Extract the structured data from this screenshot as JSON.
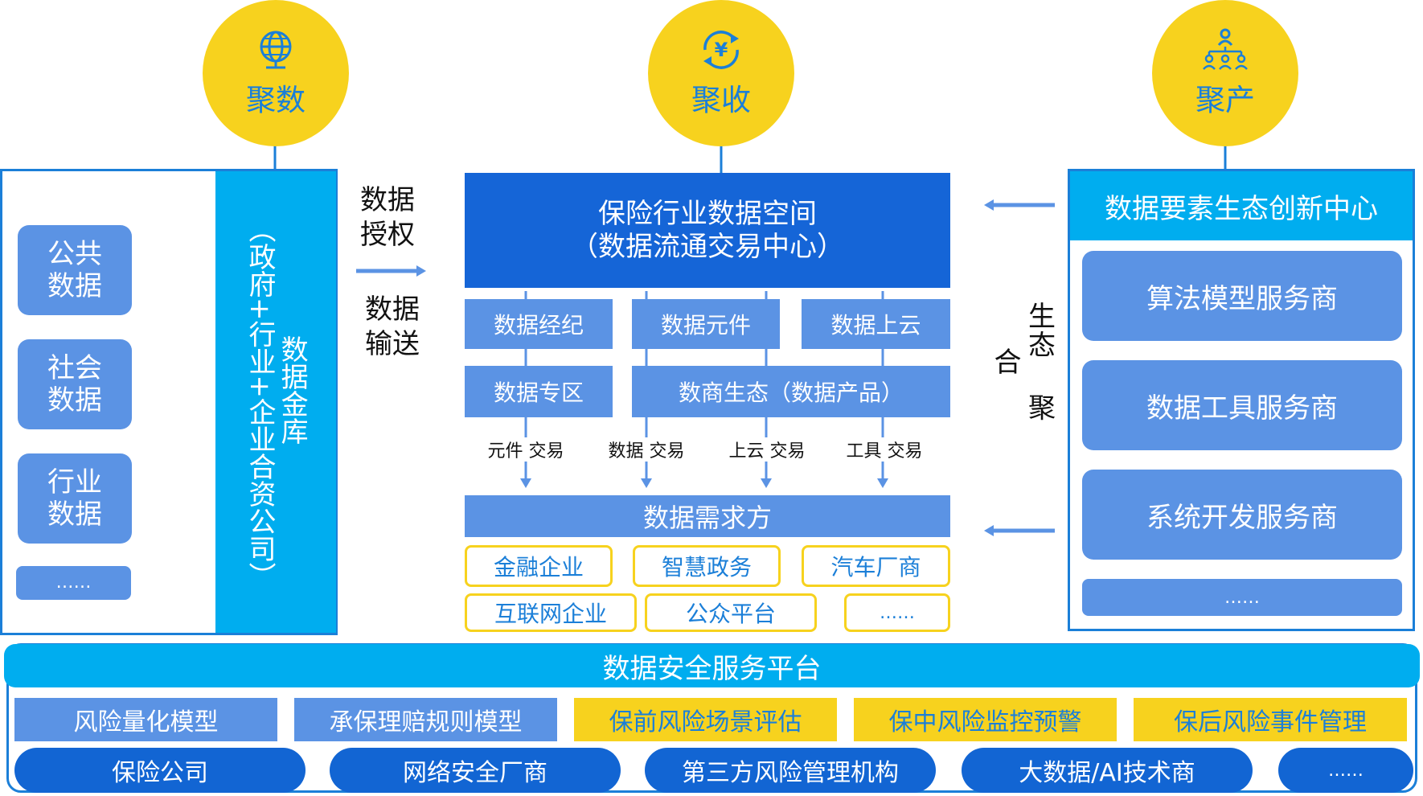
{
  "circles": [
    {
      "label": "聚数",
      "icon": "globe-icon"
    },
    {
      "label": "聚收",
      "icon": "currency-yuan-icon"
    },
    {
      "label": "聚产",
      "icon": "org-hierarchy-icon"
    }
  ],
  "left": {
    "sources": [
      "公共\n数据",
      "社会\n数据",
      "行业\n数据",
      "……"
    ],
    "vault_line1": "（政府+行业+企业合资公司）",
    "vault_line2": "数据金库"
  },
  "flow_labels": {
    "auth": "数据\n授权",
    "transport": "数据\n输送",
    "eco": "生态\n聚合"
  },
  "center": {
    "title": "保险行业数据空间\n（数据流通交易中心）",
    "row1": [
      "数据经纪",
      "数据元件",
      "数据上云"
    ],
    "row2": [
      "数据专区",
      "数商生态（数据产品）"
    ],
    "trade_labels": [
      "元件 交易",
      "数据 交易",
      "上云 交易",
      "工具 交易"
    ],
    "demand_title": "数据需求方",
    "demand_row1": [
      "金融企业",
      "智慧政务",
      "汽车厂商"
    ],
    "demand_row2": [
      "互联网企业",
      "公众平台",
      "……"
    ]
  },
  "right": {
    "title": "数据要素生态创新中心",
    "items": [
      "算法模型服务商",
      "数据工具服务商",
      "系统开发服务商",
      "……"
    ]
  },
  "bottom": {
    "title": "数据安全服务平台",
    "models": [
      "风险量化模型",
      "承保理赔规则模型",
      "保前风险场景评估",
      "保中风险监控预警",
      "保后风险事件管理"
    ],
    "orgs": [
      "保险公司",
      "网络安全厂商",
      "第三方风险管理机构",
      "大数据/AI技术商",
      "……"
    ]
  },
  "colors": {
    "yellow": "#f7d21e",
    "blue_text": "#1b7fd8",
    "soft_blue": "#5b93e4",
    "cyan": "#00adef",
    "deep_blue": "#1565d7"
  }
}
